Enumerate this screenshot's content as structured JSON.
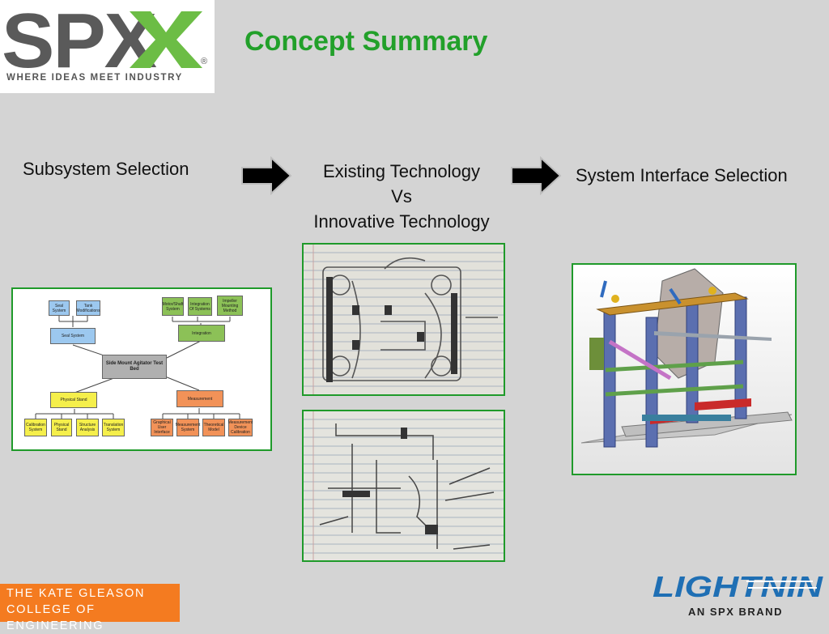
{
  "slide": {
    "title": "Concept Summary",
    "steps": {
      "subsystem": "Subsystem Selection",
      "existing_line1": "Existing Technology",
      "existing_line2": "Vs",
      "existing_line3": "Innovative Technology",
      "interface": "System Interface Selection"
    }
  },
  "logos": {
    "spx_wordmark": "SPX",
    "spx_tagline": "WHERE IDEAS MEET INDUSTRY",
    "spx_registered": "®",
    "kgcoe_line1": "THE KATE GLEASON",
    "kgcoe_line2": "COLLEGE OF ENGINEERING",
    "lightnin_wordmark": "LIGHTNIN",
    "lightnin_tagline": "AN SPX BRAND"
  },
  "diagram": {
    "center": "Side Mount Agitator Test Bed",
    "seal_system": "Seal System",
    "seal": "Seal System",
    "tank_mods": "Tank Modifications",
    "integration": "Integration",
    "motor": "Motor/Shaft System",
    "integ_sys": "Integration Of Systems",
    "impeller": "Impeller Mounting Method",
    "physical_stand": "Physical Stand",
    "calibration": "Calibration System",
    "phys_stand2": "Physical Stand",
    "structure": "Structure Analysis",
    "translation": "Translation System",
    "measurement": "Measurement",
    "gui": "Graphical User Interface",
    "meas_sys": "Measurement System",
    "theoretical": "Theoretical Model",
    "meas_cal": "Measurement Device Calibration"
  },
  "colors": {
    "title_green": "#22a02a",
    "frame_green": "#1f9a2a",
    "kgcoe_orange": "#f47b20",
    "lightnin_blue": "#1f6fb4"
  }
}
